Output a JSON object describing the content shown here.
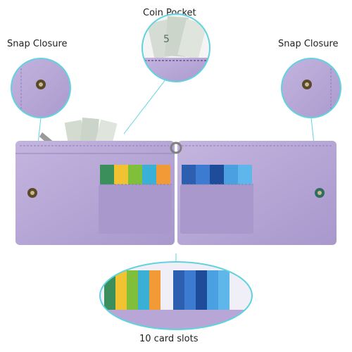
{
  "callouts": {
    "coin_pocket": "Coin Pocket",
    "snap_left": "Snap Closure",
    "snap_right": "Snap Closure",
    "card_slots": "10 card slots"
  },
  "colors": {
    "leather": "#b7a6d6",
    "leather_dark": "#9e8cc4",
    "accent_ring": "#5fd3df",
    "snap_metal": "#5a4a2a"
  }
}
